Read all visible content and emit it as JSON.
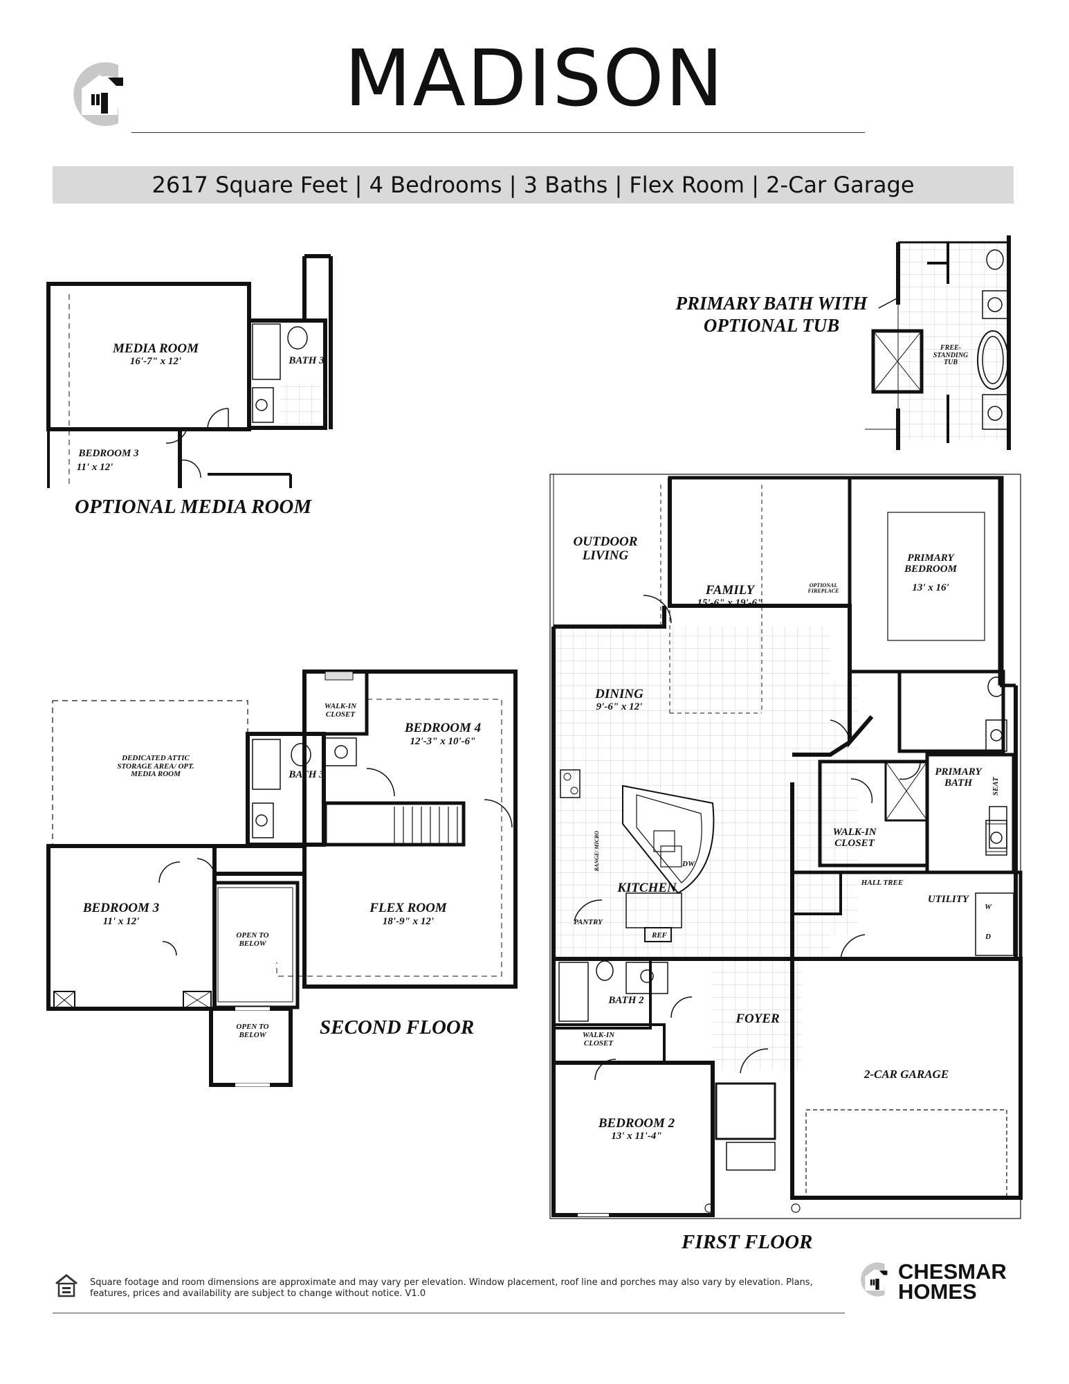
{
  "header": {
    "title": "MADISON",
    "summary": "2617 Square Feet | 4 Bedrooms | 3 Baths | Flex Room | 2-Car Garage"
  },
  "captions": {
    "optional_media_room": "OPTIONAL MEDIA ROOM",
    "primary_bath_option": "PRIMARY BATH WITH OPTIONAL TUB",
    "second_floor": "SECOND FLOOR",
    "first_floor": "FIRST FLOOR"
  },
  "optional_media": {
    "media_room": "MEDIA ROOM",
    "media_room_dim": "16'-7\" x 12'",
    "bath3": "BATH 3",
    "bedroom3": "BEDROOM 3",
    "bedroom3_dim": "11' x 12'"
  },
  "primary_bath_option": {
    "tub": "FREE-STANDING TUB"
  },
  "second_floor": {
    "attic": "DEDICATED ATTIC STORAGE AREA/ OPT. MEDIA ROOM",
    "walkin": "WALK-IN CLOSET",
    "bedroom4": "BEDROOM 4",
    "bedroom4_dim": "12'-3\" x 10'-6\"",
    "bath3": "BATH 3",
    "bedroom3": "BEDROOM 3",
    "bedroom3_dim": "11' x 12'",
    "flex": "FLEX ROOM",
    "flex_dim": "18'-9\" x 12'",
    "open1": "OPEN TO BELOW",
    "open2": "OPEN TO BELOW"
  },
  "first_floor": {
    "outdoor": "OUTDOOR LIVING",
    "family": "FAMILY",
    "family_dim": "15'-6\" x 19'-6\"",
    "fireplace": "OPTIONAL FIREPLACE",
    "primary_bed": "PRIMARY BEDROOM",
    "primary_bed_dim": "13' x 16'",
    "dining": "DINING",
    "dining_dim": "9'-6\" x 12'",
    "primary_bath": "PRIMARY BATH",
    "seat": "SEAT",
    "walkin": "WALK-IN CLOSET",
    "range": "RANGE/ MICRO",
    "dw": "DW",
    "kitchen": "KITCHEN",
    "hall_tree": "HALL TREE",
    "utility": "UTILITY",
    "w": "W",
    "d": "D",
    "pantry": "PANTRY",
    "ref": "REF",
    "bath2": "BATH 2",
    "foyer": "FOYER",
    "walkin2": "WALK-IN CLOSET",
    "garage": "2-CAR GARAGE",
    "bedroom2": "BEDROOM 2",
    "bedroom2_dim": "13' x 11'-4\""
  },
  "footer": {
    "disclaimer": "Square footage and room dimensions are approximate and may vary per elevation. Window placement, roof line and porches may also vary by elevation. Plans, features, prices and availability are subject to change without notice. V1.0",
    "brand_line1": "CHESMAR",
    "brand_line2": "HOMES"
  }
}
